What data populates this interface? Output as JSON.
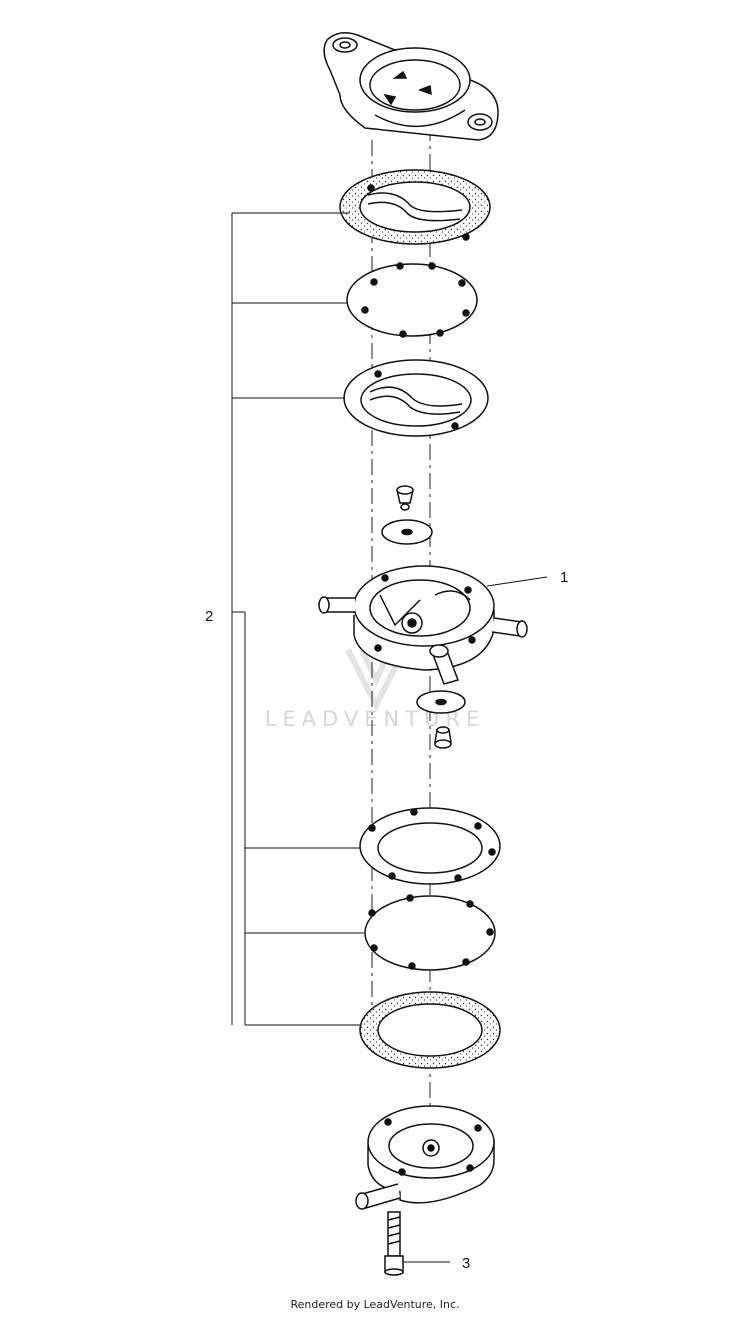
{
  "callouts": {
    "c1": "1",
    "c2": "2",
    "c3": "3"
  },
  "watermark": "LEADVENTURE",
  "footer": "Rendered by LeadVenture, Inc."
}
